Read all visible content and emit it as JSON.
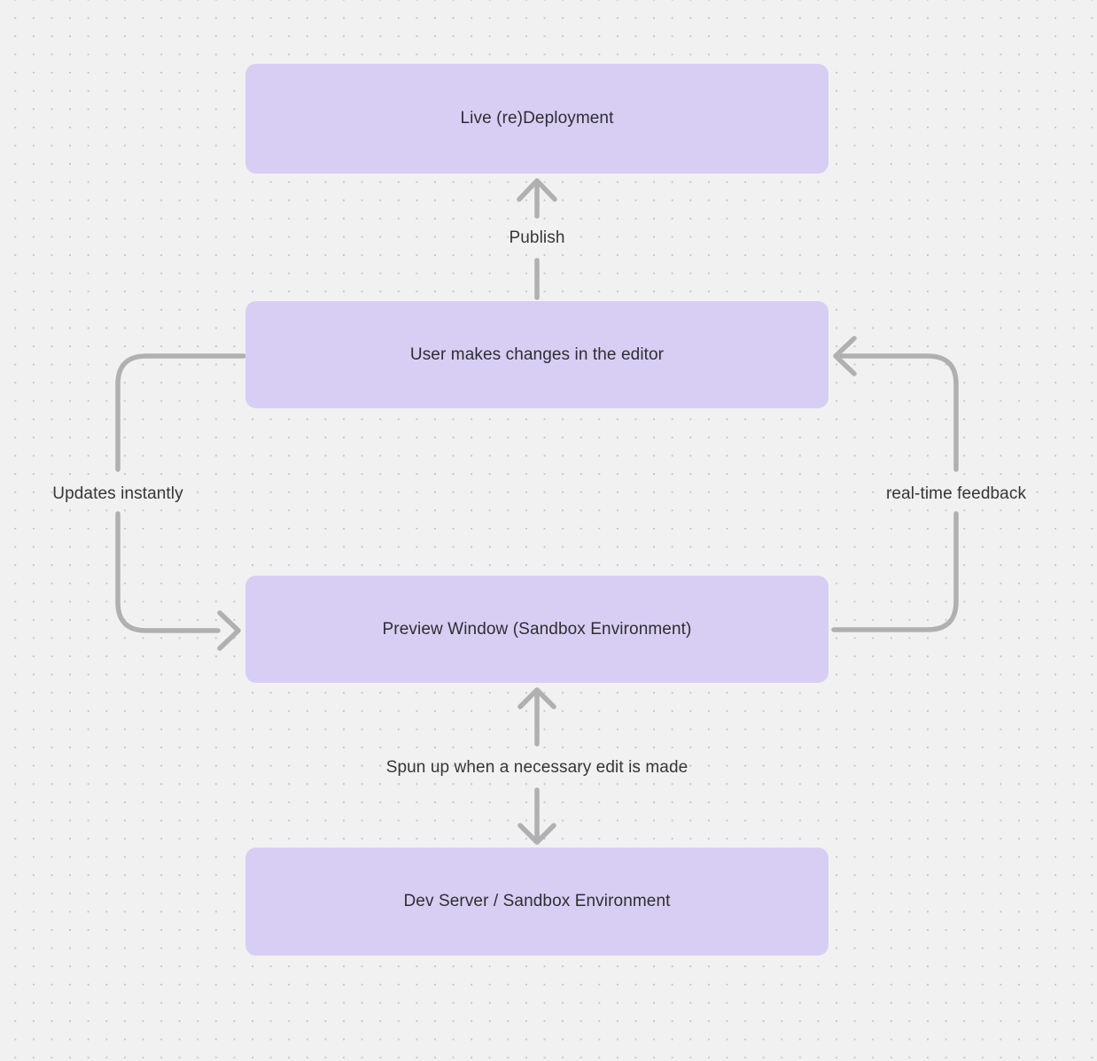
{
  "canvas": {
    "background_color": "#f2f1f1",
    "dot_color": "#c9c7c6"
  },
  "theme": {
    "node_fill": "#d8cef4",
    "node_text_color": "#2e2e2e",
    "edge_color": "#b0b0b0",
    "edge_label_color": "#363636"
  },
  "nodes": [
    {
      "id": "live-redeployment",
      "label": "Live (re)Deployment"
    },
    {
      "id": "user-editor",
      "label": "User makes changes in the editor"
    },
    {
      "id": "preview-window",
      "label": "Preview Window (Sandbox Environment)"
    },
    {
      "id": "dev-server",
      "label": "Dev Server / Sandbox Environment"
    }
  ],
  "edges": [
    {
      "id": "publish",
      "label": "Publish",
      "from": "user-editor",
      "to": "live-redeployment",
      "direction": "up"
    },
    {
      "id": "updates-instantly",
      "label": "Updates instantly",
      "from": "user-editor",
      "to": "preview-window",
      "direction": "left-loop-down"
    },
    {
      "id": "real-time-feedback",
      "label": "real-time feedback",
      "from": "preview-window",
      "to": "user-editor",
      "direction": "right-loop-up"
    },
    {
      "id": "spun-up",
      "label": "Spun up when a necessary edit is made",
      "from": "dev-server",
      "to": "preview-window",
      "direction": "both"
    }
  ]
}
